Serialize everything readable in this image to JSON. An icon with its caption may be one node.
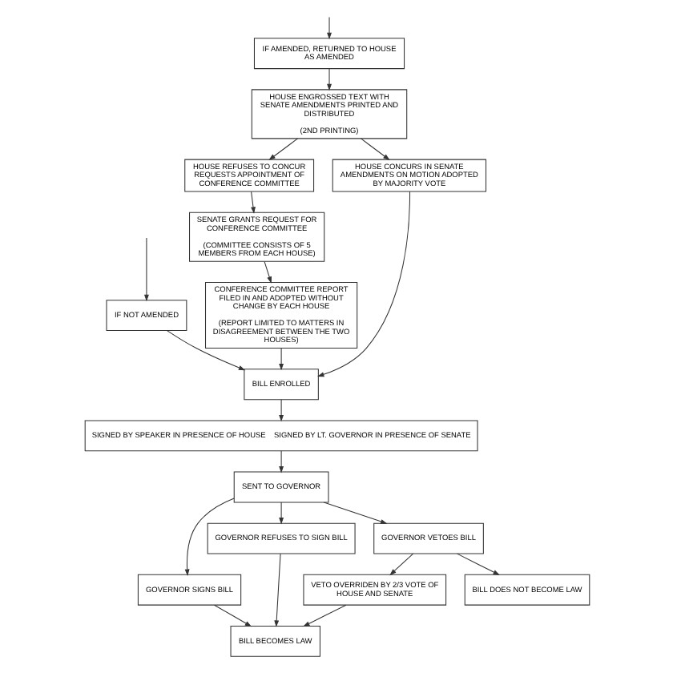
{
  "diagram": {
    "nodes": [
      {
        "text": [
          "IF AMENDED, RETURNED TO HOUSE AS AMENDED"
        ]
      },
      {
        "text": [
          "IF NOT AMENDED"
        ]
      },
      {
        "text": [
          "HOUSE ENGROSSED TEXT WITH SENATE AMENDMENTS PRINTED AND DISTRIBUTED",
          "(2ND PRINTING)"
        ]
      },
      {
        "text": [
          "HOUSE REFUSES TO CONCUR REQUESTS APPOINTMENT OF CONFERENCE COMMITTEE"
        ]
      },
      {
        "text": [
          "HOUSE CONCURS IN SENATE AMENDMENTS ON MOTION ADOPTED BY MAJORITY VOTE"
        ]
      },
      {
        "text": [
          "SENATE GRANTS REQUEST FOR CONFERENCE COMMITTEE",
          "(COMMITTEE CONSISTS OF 5 MEMBERS FROM EACH HOUSE)"
        ]
      },
      {
        "text": [
          "CONFERENCE COMMITTEE REPORT FILED IN AND ADOPTED WITHOUT CHANGE BY EACH HOUSE",
          "(REPORT LIMITED TO MATTERS IN DISAGREEMENT BETWEEN THE TWO HOUSES)"
        ]
      },
      {
        "text": [
          "BILL ENROLLED"
        ]
      },
      {
        "text": [
          "SIGNED BY SPEAKER IN PRESENCE OF HOUSE",
          "SIGNED BY LT. GOVERNOR IN PRESENCE OF SENATE"
        ]
      },
      {
        "text": [
          "SENT TO GOVERNOR"
        ]
      },
      {
        "text": [
          "GOVERNOR SIGNS BILL"
        ]
      },
      {
        "text": [
          "GOVERNOR REFUSES TO SIGN BILL"
        ]
      },
      {
        "text": [
          "GOVERNOR VETOES BILL"
        ]
      },
      {
        "text": [
          "BILL BECOMES LAW"
        ]
      },
      {
        "text": [
          "VETO OVERRIDEN BY 2/3 VOTE OF HOUSE AND SENATE"
        ]
      },
      {
        "text": [
          "BILL DOES NOT BECOME LAW"
        ]
      }
    ],
    "edges": [
      {
        "from": null,
        "to": 0,
        "arrow": "to"
      },
      {
        "from": null,
        "to": 1,
        "arrow": "to"
      },
      {
        "from": 0,
        "to": 2,
        "arrow": "to"
      },
      {
        "from": 2,
        "to": 3,
        "arrow": "to"
      },
      {
        "from": 2,
        "to": 4,
        "arrow": "to"
      },
      {
        "from": 3,
        "to": 5,
        "arrow": "to"
      },
      {
        "from": 5,
        "to": 6,
        "arrow": "to"
      },
      {
        "from": 6,
        "to": 7,
        "arrow": "to"
      },
      {
        "from": 4,
        "to": 7,
        "arrow": "to"
      },
      {
        "from": 1,
        "to": 7,
        "arrow": "to"
      },
      {
        "from": 7,
        "to": 8,
        "arrow": "to"
      },
      {
        "from": 8,
        "to": 9,
        "arrow": "to"
      },
      {
        "from": 9,
        "to": 10,
        "arrow": "to"
      },
      {
        "from": 9,
        "to": 11,
        "arrow": "to"
      },
      {
        "from": 9,
        "to": 12,
        "arrow": "to"
      },
      {
        "from": 10,
        "to": 13,
        "arrow": "to"
      },
      {
        "from": 11,
        "to": 13,
        "arrow": "to"
      },
      {
        "from": 12,
        "to": 14,
        "arrow": "to"
      },
      {
        "from": 12,
        "to": 15,
        "arrow": "to"
      },
      {
        "from": 14,
        "to": 13,
        "arrow": "to"
      }
    ]
  }
}
